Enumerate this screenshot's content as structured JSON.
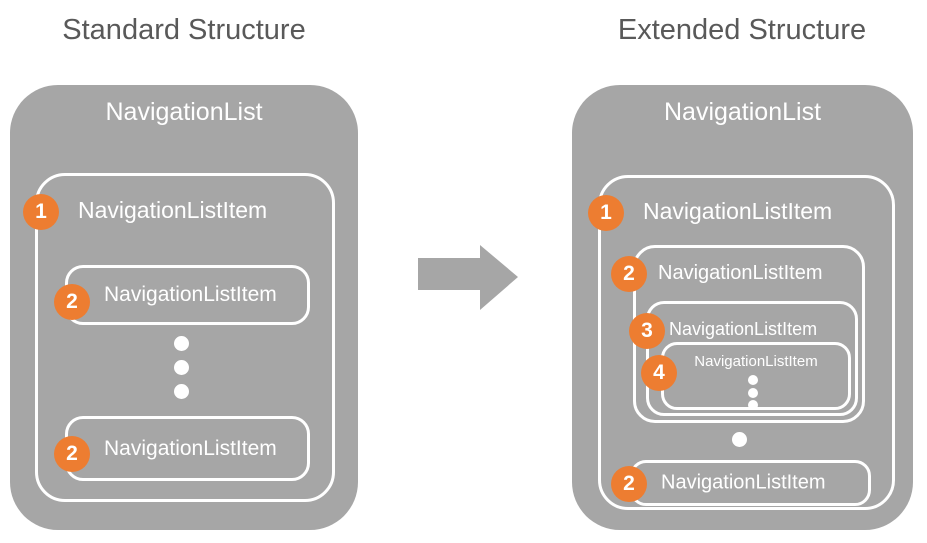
{
  "colors": {
    "container_gray": "#a6a6a6",
    "heading_text": "#595959",
    "badge_orange": "#ed7d31",
    "box_border_white": "#ffffff"
  },
  "left_panel": {
    "heading": "Standard Structure",
    "container_title": "NavigationList",
    "item_level1": {
      "badge": "1",
      "label": "NavigationListItem"
    },
    "item_level2_top": {
      "badge": "2",
      "label": "NavigationListItem"
    },
    "ellipsis_dot_count": 3,
    "item_level2_bottom": {
      "badge": "2",
      "label": "NavigationListItem"
    }
  },
  "arrow": {
    "direction": "right",
    "color": "#a6a6a6"
  },
  "right_panel": {
    "heading": "Extended Structure",
    "container_title": "NavigationList",
    "item_level1": {
      "badge": "1",
      "label": "NavigationListItem"
    },
    "item_level2": {
      "badge": "2",
      "label": "NavigationListItem"
    },
    "item_level3": {
      "badge": "3",
      "label": "NavigationListItem"
    },
    "item_level4": {
      "badge": "4",
      "label": "NavigationListItem"
    },
    "inner_ellipsis_dot_count": 3,
    "outer_ellipsis_dot_count": 1,
    "item_level2_bottom": {
      "badge": "2",
      "label": "NavigationListItem"
    }
  }
}
